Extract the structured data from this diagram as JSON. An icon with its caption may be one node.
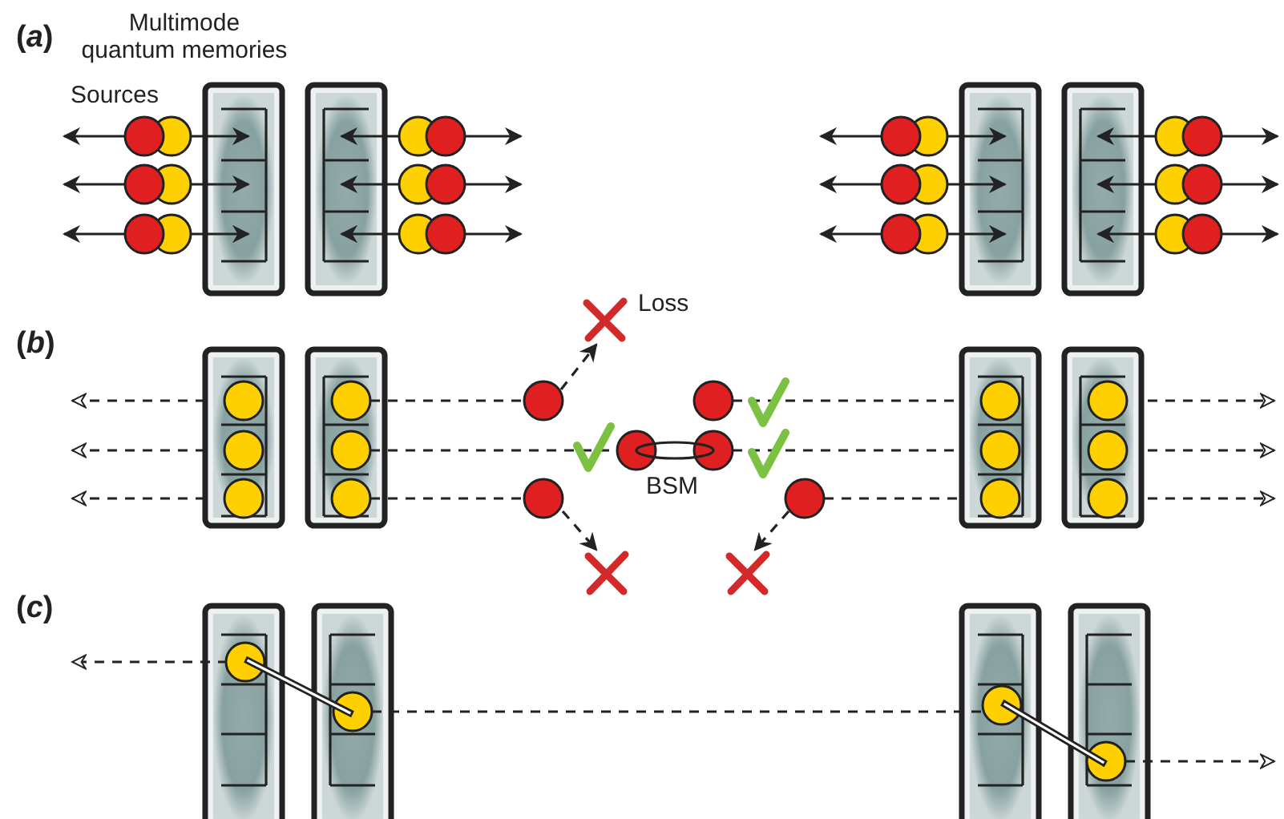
{
  "diagram": {
    "labels": [
      "(*a*)",
      "Multimode quantum memories",
      "Sources",
      "(*b*)",
      "Loss",
      "BSM",
      "(*c*)"
    ]
  }
}
